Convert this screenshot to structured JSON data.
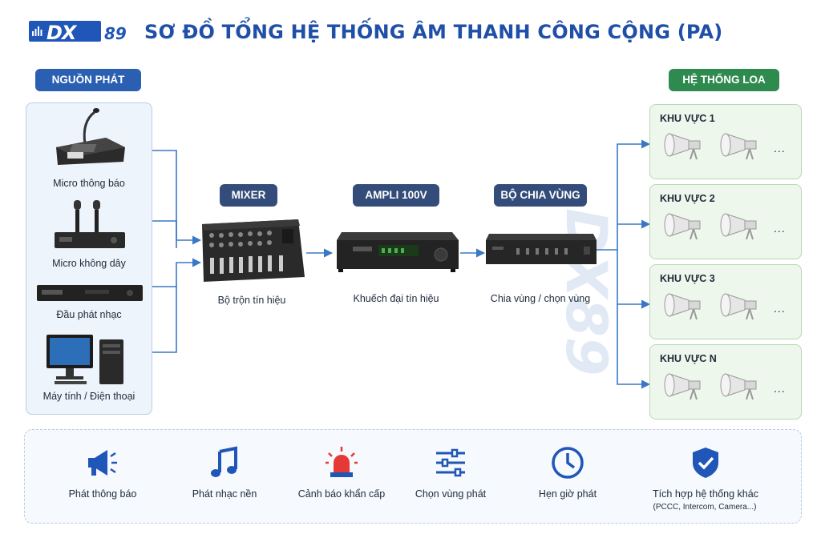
{
  "header": {
    "logo_text": "DX",
    "logo_number": "89",
    "title": "SƠ ĐỒ TỔNG HỆ THỐNG ÂM THANH CÔNG CỘNG (PA)"
  },
  "sources": {
    "heading": "NGUỒN PHÁT",
    "items": [
      {
        "label": "Micro thông báo",
        "icon": "paging-microphone-icon"
      },
      {
        "label": "Micro không dây",
        "icon": "wireless-microphone-icon"
      },
      {
        "label": "Đầu phát nhạc",
        "icon": "music-player-icon"
      },
      {
        "label": "Máy tính / Điện thoại",
        "icon": "computer-icon"
      }
    ]
  },
  "chain": [
    {
      "heading": "MIXER",
      "caption": "Bộ trộn tín hiệu",
      "icon": "mixer-icon"
    },
    {
      "heading": "AMPLI 100V",
      "caption": "Khuếch đại tín hiệu",
      "icon": "amplifier-icon"
    },
    {
      "heading": "BỘ CHIA VÙNG",
      "caption": "Chia vùng / chọn vùng",
      "icon": "zone-selector-icon"
    }
  ],
  "speakers": {
    "heading": "HỆ THỐNG LOA",
    "zones": [
      {
        "label": "KHU VỰC 1",
        "more": "..."
      },
      {
        "label": "KHU VỰC 2",
        "more": "..."
      },
      {
        "label": "KHU VỰC 3",
        "more": "..."
      },
      {
        "label": "KHU VỰC N",
        "more": "..."
      }
    ]
  },
  "features": [
    {
      "label": "Phát thông báo",
      "icon": "megaphone-icon"
    },
    {
      "label": "Phát nhạc nền",
      "icon": "music-note-icon"
    },
    {
      "label": "Cảnh báo khẩn cấp",
      "icon": "alarm-siren-icon"
    },
    {
      "label": "Chọn vùng phát",
      "icon": "sliders-icon"
    },
    {
      "label": "Hẹn giờ phát",
      "icon": "clock-icon"
    },
    {
      "label": "Tích hợp hệ thống khác",
      "sub": "(PCCC, Intercom, Camera...)",
      "icon": "shield-check-icon"
    }
  ],
  "colors": {
    "brand_blue": "#1f56b8",
    "title_blue": "#1f4fa8",
    "source_pill": "#2a5fb2",
    "speaker_pill": "#2f8a4f",
    "device_pill": "#344c7a",
    "wire_blue": "#3a78c4"
  }
}
